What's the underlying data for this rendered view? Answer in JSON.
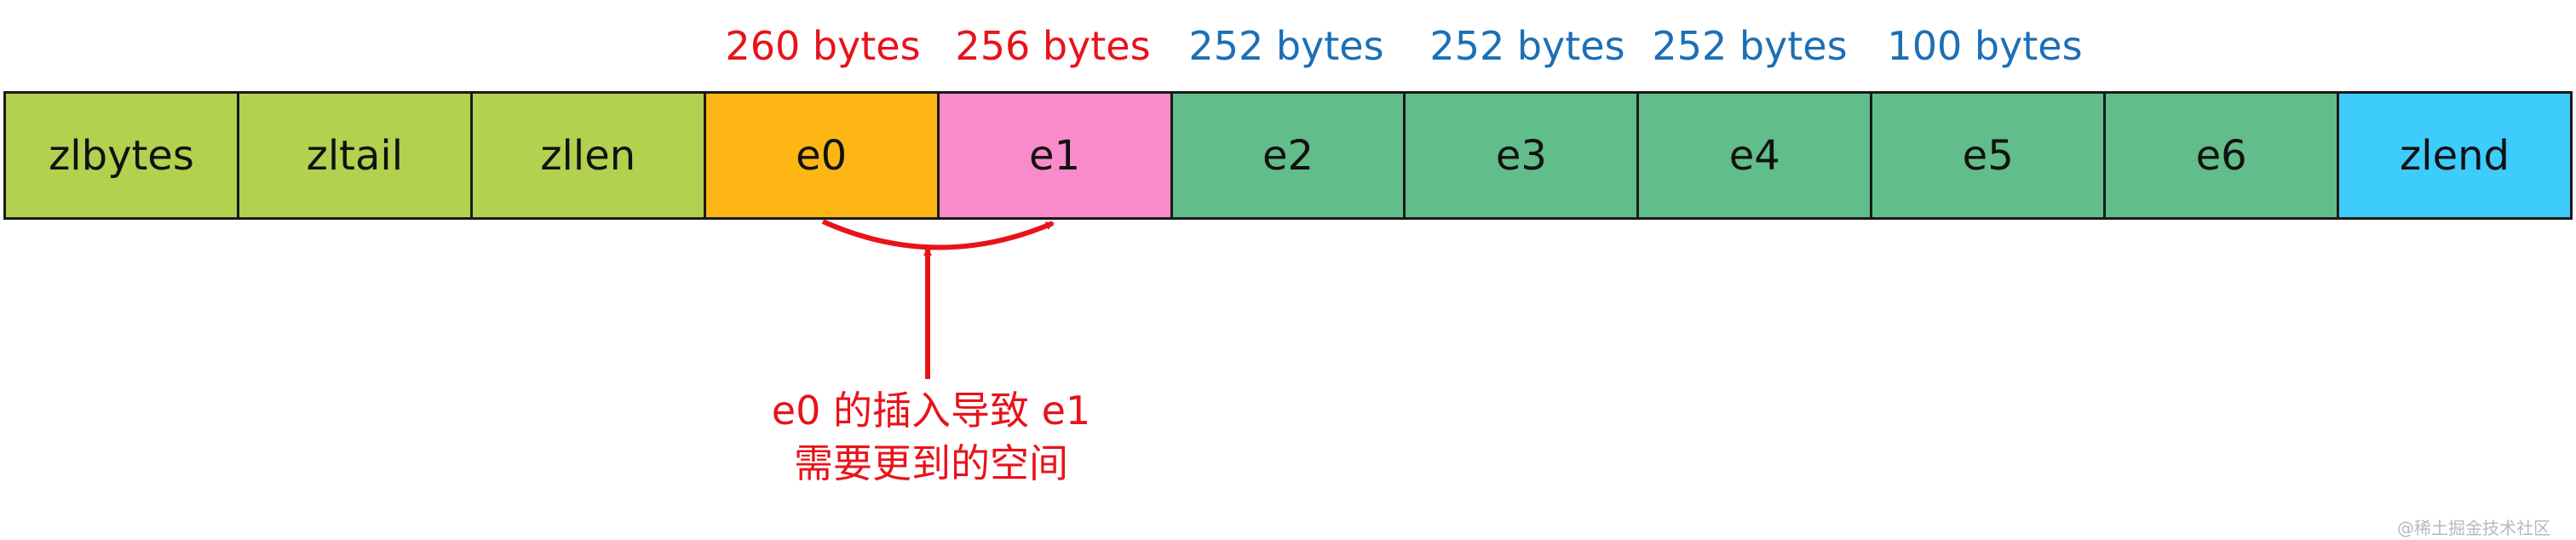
{
  "colors": {
    "header_green": "#b1d14f",
    "e0": "#fdb614",
    "e1": "#f98bca",
    "entry_green": "#61bd89",
    "zlend": "#3dccfb",
    "red": "#e8131a",
    "blue": "#1c6fb5",
    "border": "#1a1a1a"
  },
  "sizes": [
    {
      "text": "260 bytes",
      "color": "#e8131a"
    },
    {
      "text": "256 bytes",
      "color": "#e8131a"
    },
    {
      "text": "252 bytes",
      "color": "#1c6fb5"
    },
    {
      "text": "252 bytes",
      "color": "#1c6fb5"
    },
    {
      "text": "252 bytes",
      "color": "#1c6fb5"
    },
    {
      "text": "100 bytes",
      "color": "#1c6fb5"
    }
  ],
  "cells": [
    {
      "label": "zlbytes",
      "color": "#b1d14f"
    },
    {
      "label": "zltail",
      "color": "#b1d14f"
    },
    {
      "label": "zllen",
      "color": "#b1d14f"
    },
    {
      "label": "e0",
      "color": "#fdb614"
    },
    {
      "label": "e1",
      "color": "#f98bca"
    },
    {
      "label": "e2",
      "color": "#61bd89"
    },
    {
      "label": "e3",
      "color": "#61bd89"
    },
    {
      "label": "e4",
      "color": "#61bd89"
    },
    {
      "label": "e5",
      "color": "#61bd89"
    },
    {
      "label": "e6",
      "color": "#61bd89"
    },
    {
      "label": "zlend",
      "color": "#3dccfb"
    }
  ],
  "note": {
    "line1": "e0 的插入导致 e1",
    "line2": "需要更到的空间",
    "color": "#e8131a"
  },
  "watermark": "@稀土掘金技术社区"
}
